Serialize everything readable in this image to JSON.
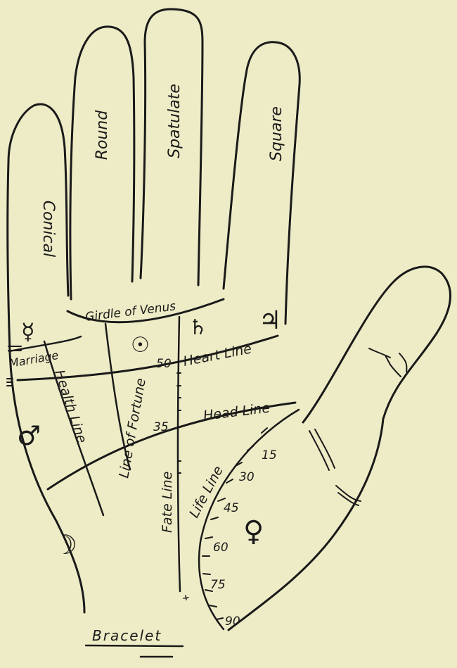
{
  "fingers": {
    "conical": "Conical",
    "round": "Round",
    "spatulate": "Spatulate",
    "square": "Square"
  },
  "lines": {
    "girdle_of_venus": "Girdle of Venus",
    "heart_line": "Heart Line",
    "head_line": "Head Line",
    "life_line": "Life Line",
    "fate_line": "Fate Line",
    "line_of_fortune": "Line of Fortune",
    "health_line": "Health Line",
    "marriage": "Marriage",
    "bracelet": "Bracelet"
  },
  "planet_symbols": {
    "mercury": "☿",
    "sun": "☉",
    "saturn": "♄",
    "jupiter": "♃",
    "mars": "♂",
    "moon": "☽",
    "venus": "♀"
  },
  "fate_ages": [
    "50",
    "35"
  ],
  "life_ages": [
    "15",
    "30",
    "45",
    "60",
    "75",
    "90"
  ]
}
